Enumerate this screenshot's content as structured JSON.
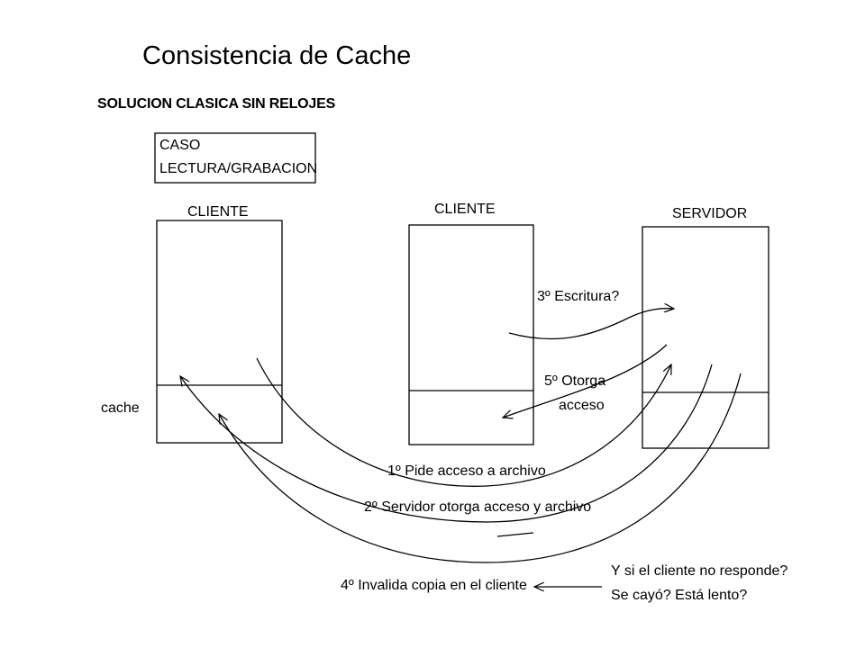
{
  "title": "Consistencia de Cache",
  "subtitle": "SOLUCION CLASICA SIN RELOJES",
  "case_box": {
    "line1": "CASO",
    "line2": "LECTURA/GRABACION"
  },
  "nodes": {
    "client_left": "CLIENTE",
    "client_middle": "CLIENTE",
    "server": "SERVIDOR"
  },
  "cache_label": "cache",
  "steps": {
    "step1": "1º Pide acceso a archivo",
    "step2": "2º Servidor otorga acceso y archivo",
    "step3": "3º Escritura?",
    "step4": "4º Invalida copia en el cliente",
    "step5_line1": "5º Otorga",
    "step5_line2": "acceso"
  },
  "question": {
    "line1": "Y si el cliente no responde?",
    "line2": "Se cayó? Está lento?"
  }
}
